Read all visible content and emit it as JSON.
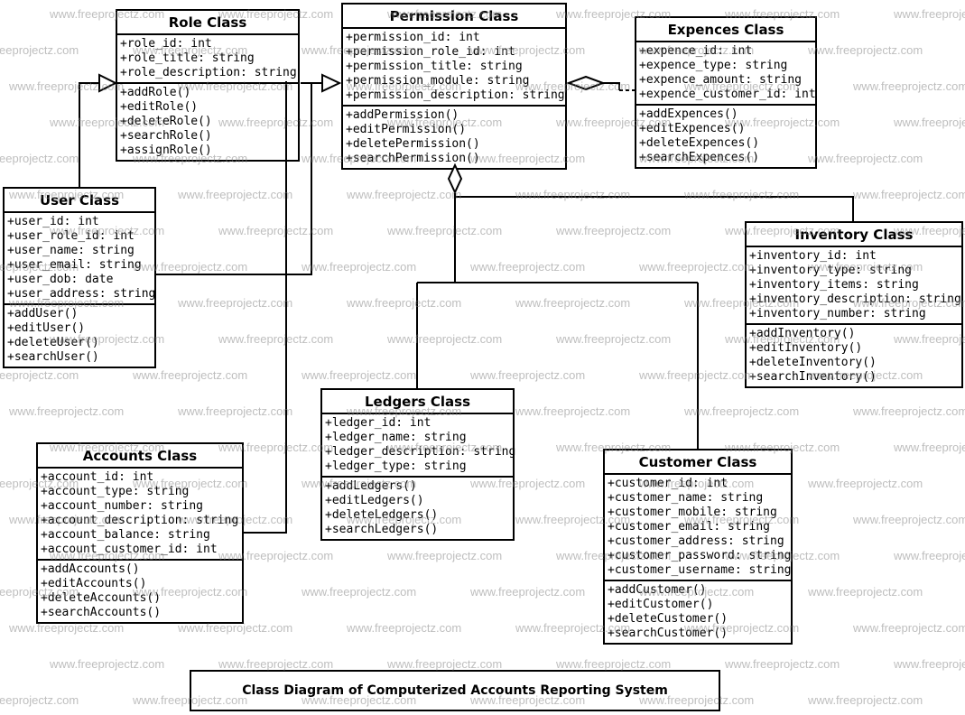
{
  "watermark": {
    "text": "www.freeprojectz.com"
  },
  "footer_title": {
    "text": "Class Diagram of Computerized Accounts Reporting System"
  },
  "colors": {
    "line": "#000000",
    "background": "#ffffff",
    "watermark": "#7d7d7d"
  },
  "classes": [
    {
      "name": "Role Class",
      "attributes": [
        "+role_id: int",
        "+role_title: string",
        "+role_description: string"
      ],
      "methods": [
        "+addRole()",
        "+editRole()",
        "+deleteRole()",
        "+searchRole()",
        "+assignRole()"
      ]
    },
    {
      "name": "Permission Class",
      "attributes": [
        "+permission_id: int",
        "+permission_role_id: int",
        "+permission_title: string",
        "+permission_module: string",
        "+permission_description: string"
      ],
      "methods": [
        "+addPermission()",
        "+editPermission()",
        "+deletePermission()",
        "+searchPermission()"
      ]
    },
    {
      "name": "Expences Class",
      "attributes": [
        "+expence_id: int",
        "+expence_type: string",
        "+expence_amount: string",
        "+expence_customer_id: int"
      ],
      "methods": [
        "+addExpences()",
        "+editExpences()",
        "+deleteExpences()",
        "+searchExpences()"
      ]
    },
    {
      "name": "User Class",
      "attributes": [
        "+user_id: int",
        "+user_role_id: int",
        "+user_name: string",
        "+user_email: string",
        "+user_dob: date",
        "+user_address: string"
      ],
      "methods": [
        "+addUser()",
        "+editUser()",
        "+deleteUser()",
        "+searchUser()"
      ]
    },
    {
      "name": "Inventory Class",
      "attributes": [
        "+inventory_id: int",
        "+inventory_type: string",
        "+inventory_items: string",
        "+inventory_description: string",
        "+inventory_number: string"
      ],
      "methods": [
        "+addInventory()",
        "+editInventory()",
        "+deleteInventory()",
        "+searchInventory()"
      ]
    },
    {
      "name": "Ledgers Class",
      "attributes": [
        "+ledger_id: int",
        "+ledger_name: string",
        "+ledger_description: string",
        "+ledger_type: string"
      ],
      "methods": [
        "+addLedgers()",
        "+editLedgers()",
        "+deleteLedgers()",
        "+searchLedgers()"
      ]
    },
    {
      "name": "Accounts Class",
      "attributes": [
        "+account_id: int",
        "+account_type: string",
        "+account_number: string",
        "+account_description: string",
        "+account_balance: string",
        "+account_customer_id: int"
      ],
      "methods": [
        "+addAccounts()",
        "+editAccounts()",
        "+deleteAccounts()",
        "+searchAccounts()"
      ]
    },
    {
      "name": "Customer Class",
      "attributes": [
        "+customer_id: int",
        "+customer_name: string",
        "+customer_mobile: string",
        "+customer_email: string",
        "+customer_address: string",
        "+customer_password: string",
        "+customer_username: string"
      ],
      "methods": [
        "+addCustomer()",
        "+editCustomer()",
        "+deleteCustomer()",
        "+searchCustomer()"
      ]
    }
  ],
  "relationships": [
    {
      "from": "User Class",
      "to": "Role Class",
      "type": "open-arrow"
    },
    {
      "from": "Role Class",
      "to": "Permission Class",
      "type": "open-arrow"
    },
    {
      "from": "User Class",
      "to": "Permission Class",
      "type": "line"
    },
    {
      "from": "Accounts Class",
      "to": "Permission Class",
      "type": "line"
    },
    {
      "from": "Permission Class",
      "to": "Expences Class",
      "type": "aggregation"
    },
    {
      "from": "Permission Class",
      "to": "Inventory Class",
      "type": "aggregation"
    },
    {
      "from": "Permission Class",
      "to": "Ledgers Class",
      "type": "aggregation"
    },
    {
      "from": "Permission Class",
      "to": "Customer Class",
      "type": "aggregation"
    }
  ]
}
